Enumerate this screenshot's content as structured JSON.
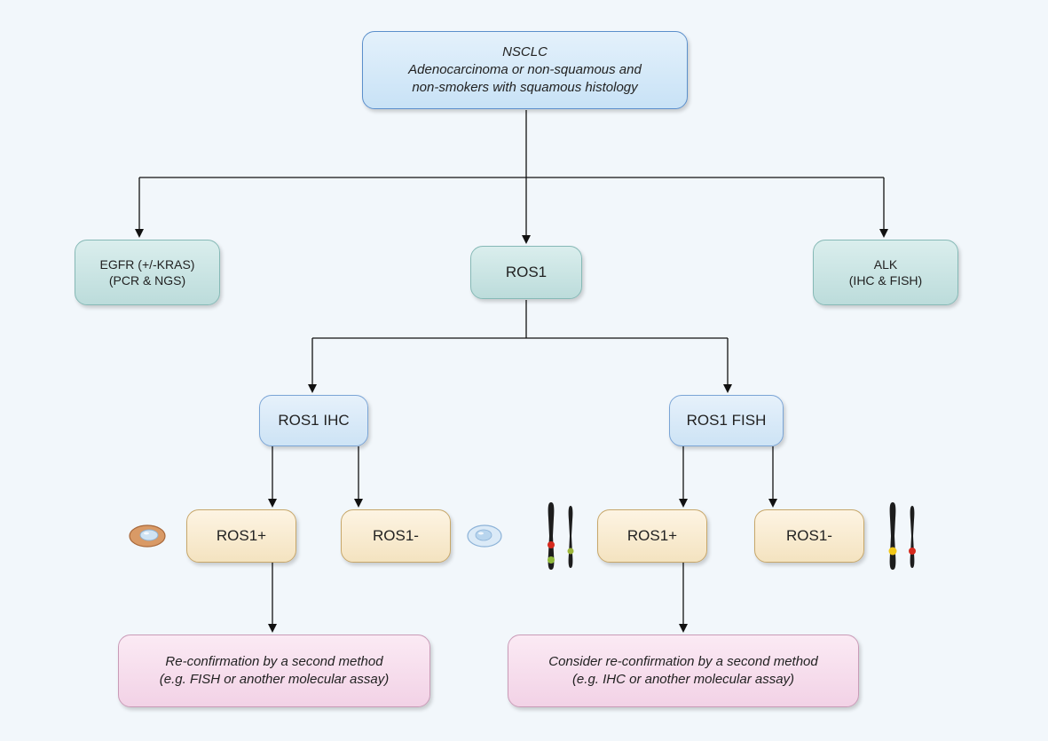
{
  "nodes": {
    "root": [
      "NSCLC",
      "Adenocarcinoma or non-squamous and",
      "non-smokers with squamous histology"
    ],
    "egfr": [
      "EGFR (+/-KRAS)",
      "(PCR & NGS)"
    ],
    "ros1": "ROS1",
    "alk": [
      "ALK",
      "(IHC & FISH)"
    ],
    "ros1_ihc": "ROS1 IHC",
    "ros1_fish": "ROS1 FISH",
    "ihc_pos": "ROS1+",
    "ihc_neg": "ROS1-",
    "fish_pos": "ROS1+",
    "fish_neg": "ROS1-",
    "ihc_confirm": [
      "Re-confirmation by a second method",
      "(e.g. FISH or another molecular assay)"
    ],
    "fish_confirm": [
      "Consider re-confirmation by a second method",
      "(e.g. IHC or another molecular assay)"
    ]
  },
  "icons": {
    "ihc_positive_cell": "stained-cell-icon",
    "ihc_negative_cell": "unstained-cell-icon",
    "fish_positive_chromosomes": "chromosome-pair-icon",
    "fish_negative_chromosomes": "chromosome-pair-icon"
  },
  "colors": {
    "top_box": "#c8e2f6",
    "biomarker_box": "#bcdcdb",
    "result_box": "#f4e3c0",
    "confirm_box": "#f2d2e6",
    "arrow": "#111111"
  }
}
